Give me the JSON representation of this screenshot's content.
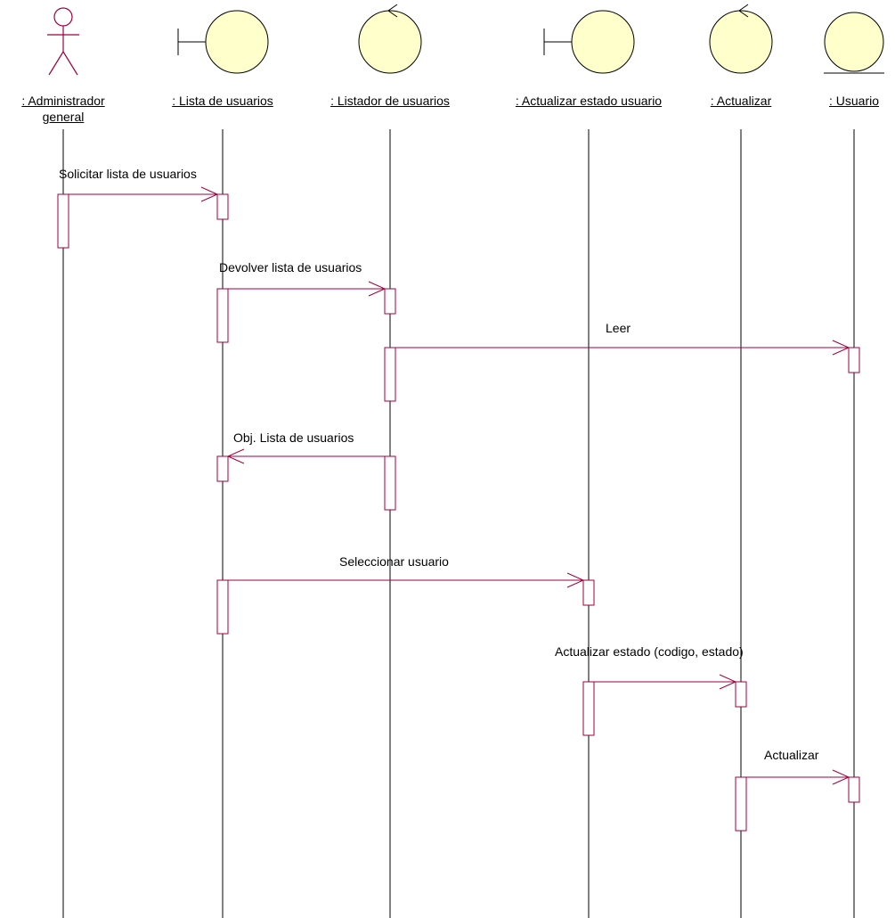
{
  "diagram": {
    "colors": {
      "stroke": "#a0003c",
      "fill": "#ffffcc",
      "line": "#000000",
      "text": "#000000"
    },
    "objects": [
      {
        "kind": "actor",
        "icon": "actor-icon",
        "label": ": Administrador general"
      },
      {
        "kind": "boundary",
        "icon": "boundary-icon",
        "label": ": Lista de usuarios"
      },
      {
        "kind": "control",
        "icon": "control-icon",
        "label": ": Listador de usuarios"
      },
      {
        "kind": "boundary",
        "icon": "boundary-icon",
        "label": ": Actualizar estado usuario"
      },
      {
        "kind": "control",
        "icon": "control-icon",
        "label": ": Actualizar"
      },
      {
        "kind": "entity",
        "icon": "entity-icon",
        "label": ": Usuario"
      }
    ],
    "messages": [
      {
        "from": 0,
        "to": 1,
        "label": "Solicitar lista de usuarios"
      },
      {
        "from": 1,
        "to": 2,
        "label": "Devolver lista de usuarios"
      },
      {
        "from": 2,
        "to": 5,
        "label": "Leer"
      },
      {
        "from": 2,
        "to": 1,
        "label": "Obj. Lista de usuarios"
      },
      {
        "from": 1,
        "to": 3,
        "label": "Seleccionar usuario"
      },
      {
        "from": 3,
        "to": 4,
        "label": "Actualizar estado (codigo, estado)"
      },
      {
        "from": 4,
        "to": 5,
        "label": "Actualizar"
      }
    ]
  }
}
